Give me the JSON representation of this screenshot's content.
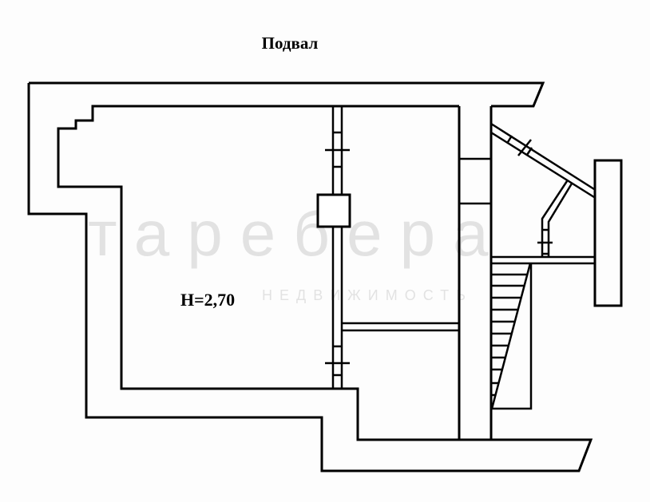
{
  "plan": {
    "title": "Подвал",
    "ceiling_height_label": "H=2,70"
  },
  "watermark": {
    "brand": "тарeбера",
    "subtitle": "НЕДВИЖИМОСТЬ"
  }
}
